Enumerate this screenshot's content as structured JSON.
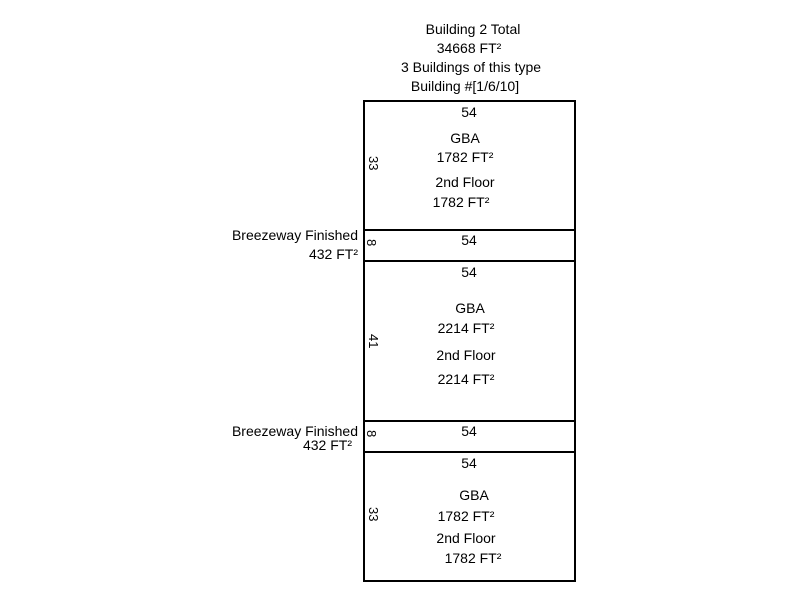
{
  "header": {
    "title": "Building 2 Total",
    "total_area": "34668 FT²",
    "count_note": "3 Buildings of this type",
    "building_numbers": "Building #[1/6/10]"
  },
  "sections": [
    {
      "top_dim": "54",
      "side_dim": "33",
      "gba_label": "GBA",
      "gba_area": "1782 FT²",
      "floor_label": "2nd Floor",
      "floor_area": "1782 FT²"
    },
    {
      "top_dim": "54",
      "side_dim": "8",
      "side_label": "Breezeway Finished",
      "side_area": "432 FT²"
    },
    {
      "top_dim": "54",
      "side_dim": "41",
      "gba_label": "GBA",
      "gba_area": "2214 FT²",
      "floor_label": "2nd Floor",
      "floor_area": "2214 FT²"
    },
    {
      "top_dim": "54",
      "side_dim": "8",
      "side_label": "Breezeway Finished",
      "side_area": "432 FT²"
    },
    {
      "top_dim": "54",
      "side_dim": "33",
      "gba_label": "GBA",
      "gba_area": "1782 FT²",
      "floor_label": "2nd Floor",
      "floor_area": "1782 FT²"
    }
  ]
}
